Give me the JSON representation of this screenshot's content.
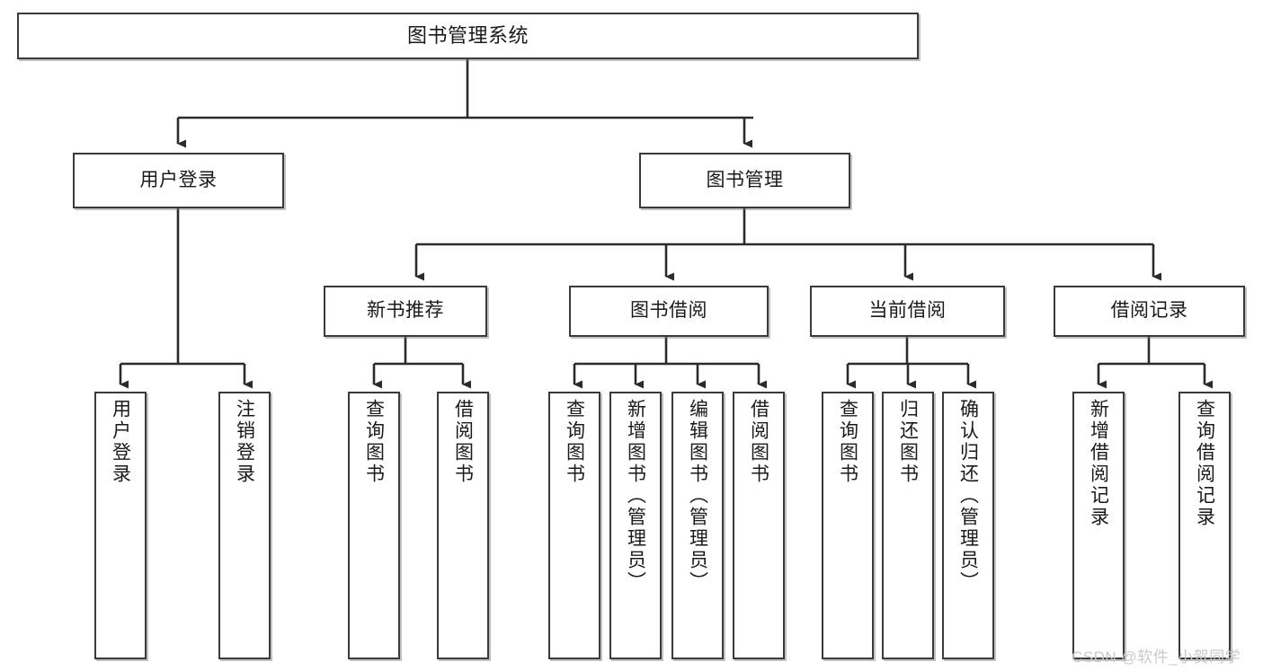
{
  "diagram": {
    "title": "图书管理系统",
    "type": "tree-hierarchy-diagram",
    "root": {
      "id": "root",
      "label": "图书管理系统"
    },
    "level1": [
      {
        "id": "user-login",
        "label": "用户登录"
      },
      {
        "id": "book-manage",
        "label": "图书管理"
      }
    ],
    "level2": [
      {
        "id": "new-book-rec",
        "label": "新书推荐",
        "parent": "book-manage"
      },
      {
        "id": "book-borrow",
        "label": "图书借阅",
        "parent": "book-manage"
      },
      {
        "id": "current-borrow",
        "label": "当前借阅",
        "parent": "book-manage"
      },
      {
        "id": "borrow-record",
        "label": "借阅记录",
        "parent": "book-manage"
      }
    ],
    "leaves": {
      "user-login": [
        {
          "id": "leaf-user-login",
          "label": "用户登录"
        },
        {
          "id": "leaf-logout",
          "label": "注销登录"
        }
      ],
      "new-book-rec": [
        {
          "id": "leaf-query-book-1",
          "label": "查询图书"
        },
        {
          "id": "leaf-borrow-book-1",
          "label": "借阅图书"
        }
      ],
      "book-borrow": [
        {
          "id": "leaf-query-book-2",
          "label": "查询图书"
        },
        {
          "id": "leaf-add-book",
          "label": "新增图书（管理员）"
        },
        {
          "id": "leaf-edit-book",
          "label": "编辑图书（管理员）"
        },
        {
          "id": "leaf-borrow-book-2",
          "label": "借阅图书"
        }
      ],
      "current-borrow": [
        {
          "id": "leaf-query-book-3",
          "label": "查询图书"
        },
        {
          "id": "leaf-return-book",
          "label": "归还图书"
        },
        {
          "id": "leaf-confirm-return",
          "label": "确认归还（管理员）"
        }
      ],
      "borrow-record": [
        {
          "id": "leaf-add-record",
          "label": "新增借阅记录"
        },
        {
          "id": "leaf-query-record",
          "label": "查询借阅记录"
        }
      ]
    }
  },
  "watermark": {
    "text": "CSDN @软件_小贺同学"
  },
  "colors": {
    "box_border": "#3a3a3a",
    "box_fill": "#ffffff",
    "line": "#2b2b2b",
    "text": "#1a1a1a",
    "watermark": "#c9c9c9",
    "background": "#ffffff"
  }
}
